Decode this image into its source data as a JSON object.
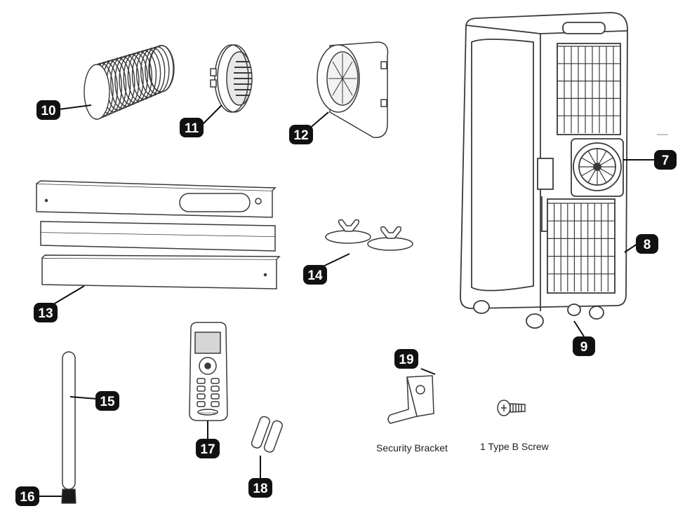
{
  "colors": {
    "ink": "#1a1a1a",
    "line": "#3a3a3a",
    "fill": "#ffffff",
    "badge": "#111111",
    "badge_text": "#ffffff"
  },
  "callouts": [
    {
      "id": "10",
      "label": "10",
      "part_icon": "exhaust-hose-icon"
    },
    {
      "id": "11",
      "label": "11",
      "part_icon": "hose-connector-icon"
    },
    {
      "id": "12",
      "label": "12",
      "part_icon": "window-adapter-icon"
    },
    {
      "id": "13",
      "label": "13",
      "part_icon": "window-slider-kit-icon"
    },
    {
      "id": "14",
      "label": "14",
      "part_icon": "wing-nut-icon"
    },
    {
      "id": "15",
      "label": "15",
      "part_icon": "drain-tube-icon"
    },
    {
      "id": "16",
      "label": "16",
      "part_icon": "drain-cap-icon"
    },
    {
      "id": "17",
      "label": "17",
      "part_icon": "remote-control-icon"
    },
    {
      "id": "18",
      "label": "18",
      "part_icon": "battery-icon"
    },
    {
      "id": "19",
      "label": "19",
      "part_icon": "security-bracket-icon"
    },
    {
      "id": "7",
      "label": "7",
      "part_icon": "air-outlet-fan-icon"
    },
    {
      "id": "8",
      "label": "8",
      "part_icon": "air-inlet-filter-icon"
    },
    {
      "id": "9",
      "label": "9",
      "part_icon": "caster-wheel-icon"
    }
  ],
  "captions": {
    "security_bracket": "Security Bracket",
    "screw": "1 Type B Screw"
  },
  "remote": {
    "brand_text": "SOLEUS AIR"
  }
}
